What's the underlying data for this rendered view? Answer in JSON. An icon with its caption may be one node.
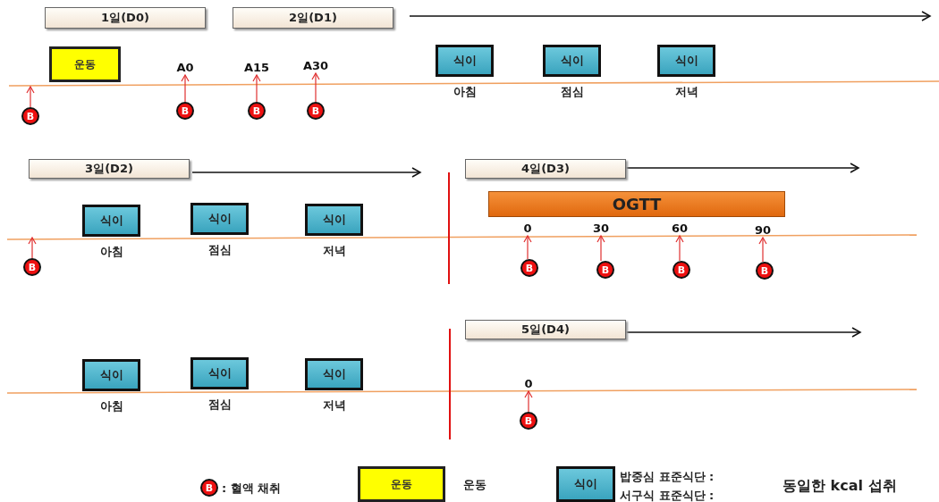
{
  "diagram": {
    "nodes": [
      {
        "text": [
          "1일(D0)"
        ]
      },
      {
        "text": [
          "2일(D1)"
        ]
      },
      {
        "text": [
          "운동"
        ]
      },
      {
        "text": [
          "A0"
        ]
      },
      {
        "text": [
          "A15"
        ]
      },
      {
        "text": [
          "A30"
        ]
      },
      {
        "text": [
          "식이"
        ],
        "beside": [
          "아침"
        ]
      },
      {
        "text": [
          "식이"
        ],
        "beside": [
          "점심"
        ]
      },
      {
        "text": [
          "식이"
        ],
        "beside": [
          "저녁"
        ]
      },
      {
        "text": [
          "B"
        ]
      },
      {
        "text": [
          "B"
        ]
      },
      {
        "text": [
          "B"
        ]
      },
      {
        "text": [
          "B"
        ]
      },
      {
        "text": [
          "3일(D2)"
        ]
      },
      {
        "text": [
          "4일(D3)"
        ]
      },
      {
        "text": [
          "식이"
        ],
        "beside": [
          "아침"
        ]
      },
      {
        "text": [
          "식이"
        ],
        "beside": [
          "점심"
        ]
      },
      {
        "text": [
          "식이"
        ],
        "beside": [
          "저녁"
        ]
      },
      {
        "text": [
          "OGTT"
        ]
      },
      {
        "text": [
          "0"
        ]
      },
      {
        "text": [
          "30"
        ]
      },
      {
        "text": [
          "60"
        ]
      },
      {
        "text": [
          "90"
        ]
      },
      {
        "text": [
          "B"
        ]
      },
      {
        "text": [
          "B"
        ]
      },
      {
        "text": [
          "B"
        ]
      },
      {
        "text": [
          "B"
        ]
      },
      {
        "text": [
          "B"
        ]
      },
      {
        "text": [
          "5일(D4)"
        ]
      },
      {
        "text": [
          "식이"
        ],
        "beside": [
          "아침"
        ]
      },
      {
        "text": [
          "식이"
        ],
        "beside": [
          "점심"
        ]
      },
      {
        "text": [
          "식이"
        ],
        "beside": [
          "저녁"
        ]
      },
      {
        "text": [
          "0"
        ]
      },
      {
        "text": [
          "B"
        ]
      }
    ],
    "edges": [
      {
        "from": 9,
        "to": null,
        "arrow": "to"
      },
      {
        "from": 10,
        "to": 3,
        "arrow": "to"
      },
      {
        "from": 11,
        "to": 4,
        "arrow": "to"
      },
      {
        "from": 12,
        "to": 5,
        "arrow": "to"
      },
      {
        "from": 23,
        "to": null,
        "arrow": "to"
      },
      {
        "from": 24,
        "to": 19,
        "arrow": "to"
      },
      {
        "from": 25,
        "to": 20,
        "arrow": "to"
      },
      {
        "from": 26,
        "to": 21,
        "arrow": "to"
      },
      {
        "from": 27,
        "to": 22,
        "arrow": "to"
      },
      {
        "from": 33,
        "to": 32,
        "arrow": "to"
      }
    ],
    "labels": [
      "B",
      "운동",
      "식이",
      "동일한 kcal 섭취"
    ],
    "legend": [
      {
        "text": ": 혈액 채취"
      },
      {
        "text": "운동"
      },
      {
        "text": "밥중심 표준식단 :"
      },
      {
        "text": "서구식 표준식단 :"
      }
    ]
  }
}
